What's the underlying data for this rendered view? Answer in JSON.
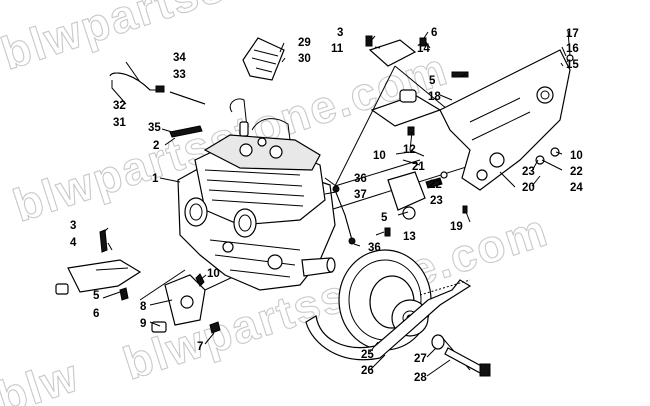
{
  "watermark": {
    "top": "blwpartsstone.com",
    "middle": "blwpartsstone.com",
    "bottom": "blwpartsstore.com",
    "corner": "blw"
  },
  "callouts": {
    "c1": "1",
    "c2": "2",
    "c3a": "3",
    "c3b": "3",
    "c4": "4",
    "c5a": "5",
    "c5b": "5",
    "c5c": "5",
    "c6a": "6",
    "c6b": "6",
    "c7": "7",
    "c8": "8",
    "c9": "9",
    "c10a": "10",
    "c10b": "10",
    "c10c": "10",
    "c11": "11",
    "c12": "12",
    "c13": "13",
    "c14": "14",
    "c15": "15",
    "c16": "16",
    "c17": "17",
    "c18": "18",
    "c19": "19",
    "c20": "20",
    "c21": "21",
    "c22a": "22",
    "c22b": "22",
    "c23a": "23",
    "c23b": "23",
    "c24": "24",
    "c25": "25",
    "c26": "26",
    "c27": "27",
    "c28": "28",
    "c29": "29",
    "c30": "30",
    "c31": "31",
    "c32": "32",
    "c33": "33",
    "c34": "34",
    "c35": "35",
    "c36a": "36",
    "c36b": "36",
    "c37": "37"
  }
}
